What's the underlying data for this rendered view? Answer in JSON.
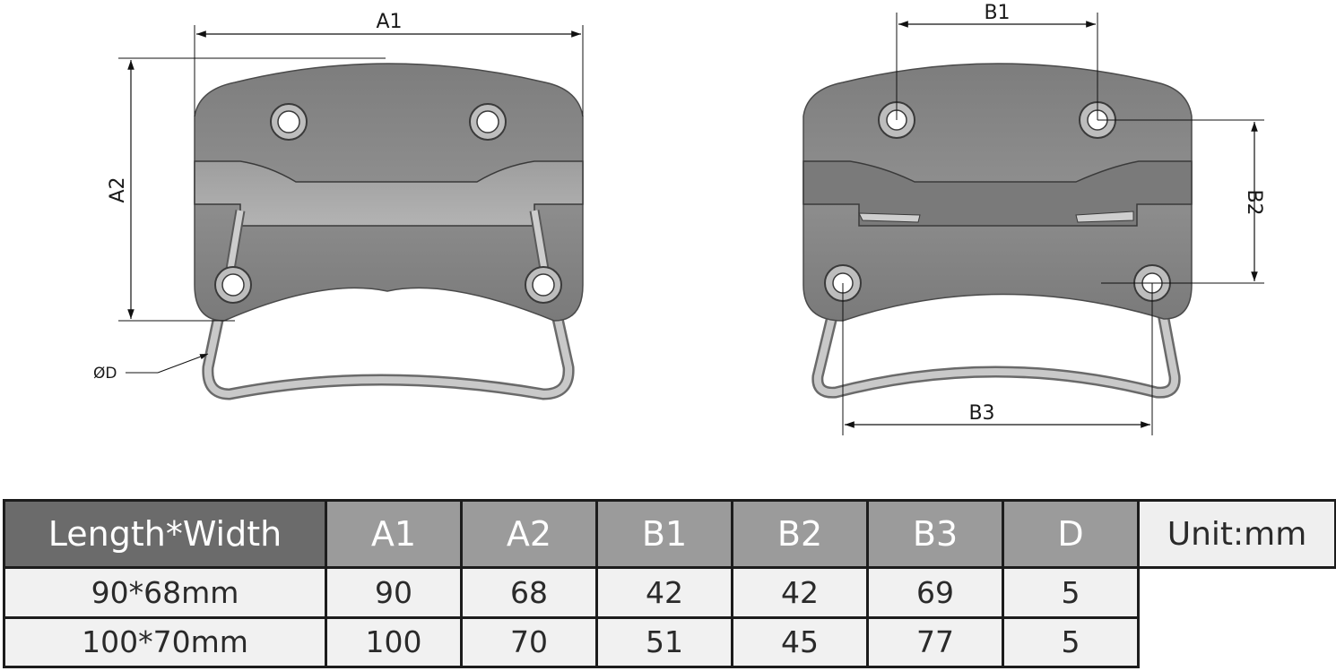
{
  "diagram": {
    "left_view": {
      "width_label": "A1",
      "height_label": "A2",
      "diameter_label": "ØD"
    },
    "right_view": {
      "top_label": "B1",
      "side_label": "B2",
      "bottom_label": "B3"
    }
  },
  "table": {
    "headers": [
      "Length*Width",
      "A1",
      "A2",
      "B1",
      "B2",
      "B3",
      "D"
    ],
    "unit": "Unit:mm",
    "rows": [
      [
        "90*68mm",
        "90",
        "68",
        "42",
        "42",
        "69",
        "5"
      ],
      [
        "100*70mm",
        "100",
        "70",
        "51",
        "45",
        "77",
        "5"
      ]
    ]
  },
  "colors": {
    "plate": "#8a8a8a",
    "groove": "#a6a6a6",
    "header_first": "#6b6b6b",
    "header": "#9b9b9b",
    "cell": "#f1f1f1"
  }
}
